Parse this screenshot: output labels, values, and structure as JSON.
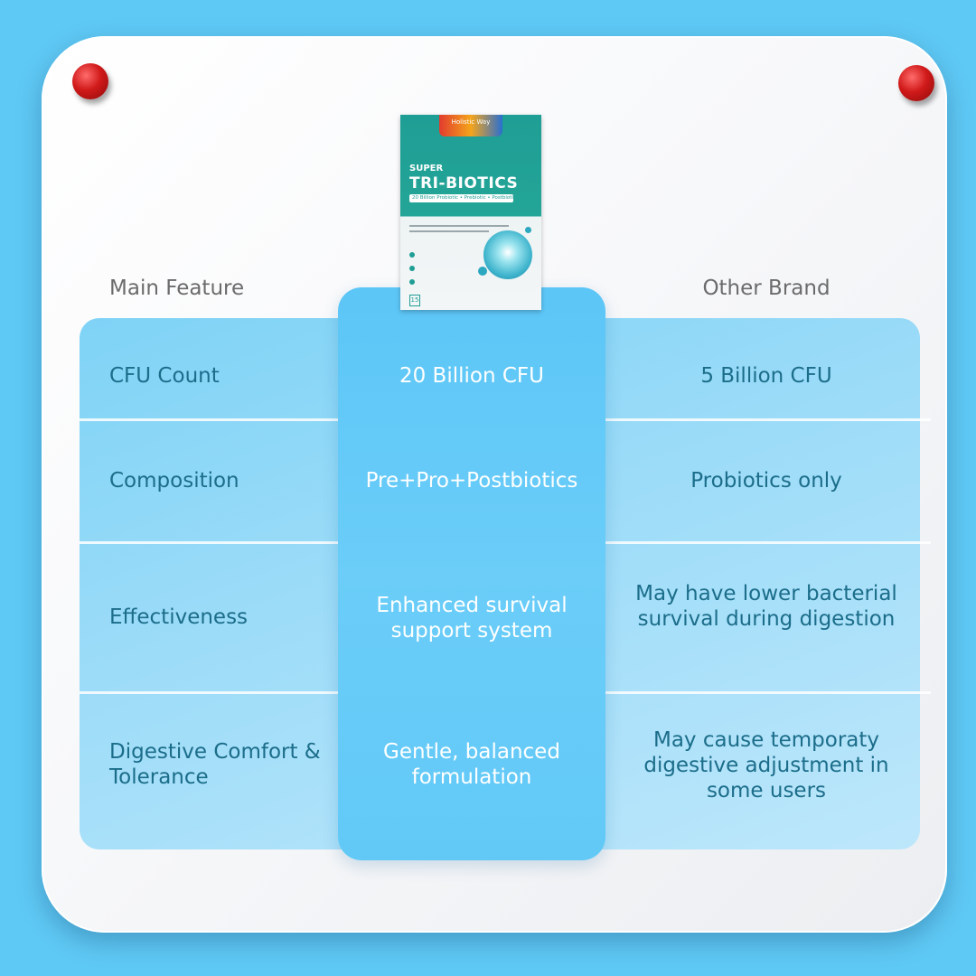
{
  "headers": {
    "main_feature": "Main Feature",
    "other_brand": "Other Brand"
  },
  "product": {
    "brand": "Holistic Way",
    "super": "SUPER",
    "name": "TRI-BIOTICS",
    "strip": "20 Billion Probiotic • Prebiotic • Postbiotic",
    "count": "15"
  },
  "rows": [
    {
      "feature": "CFU Count",
      "ours": "20 Billion CFU",
      "other": "5 Billion CFU"
    },
    {
      "feature": "Composition",
      "ours": "Pre+Pro+Postbiotics",
      "other": "Probiotics only"
    },
    {
      "feature": "Effectiveness",
      "ours": "Enhanced survival support system",
      "other": "May have lower bacterial survival during digestion"
    },
    {
      "feature": "Digestive Comfort & Tolerance",
      "ours": "Gentle, balanced formulation",
      "other": "May cause temporaty digestive adjustment in some users"
    }
  ],
  "colors": {
    "background": "#5fc9f5",
    "highlight_column": "#62c9f7",
    "table": "#9ddcf8",
    "feature_text": "#1b6d8a",
    "pin": "#d11a1a"
  }
}
